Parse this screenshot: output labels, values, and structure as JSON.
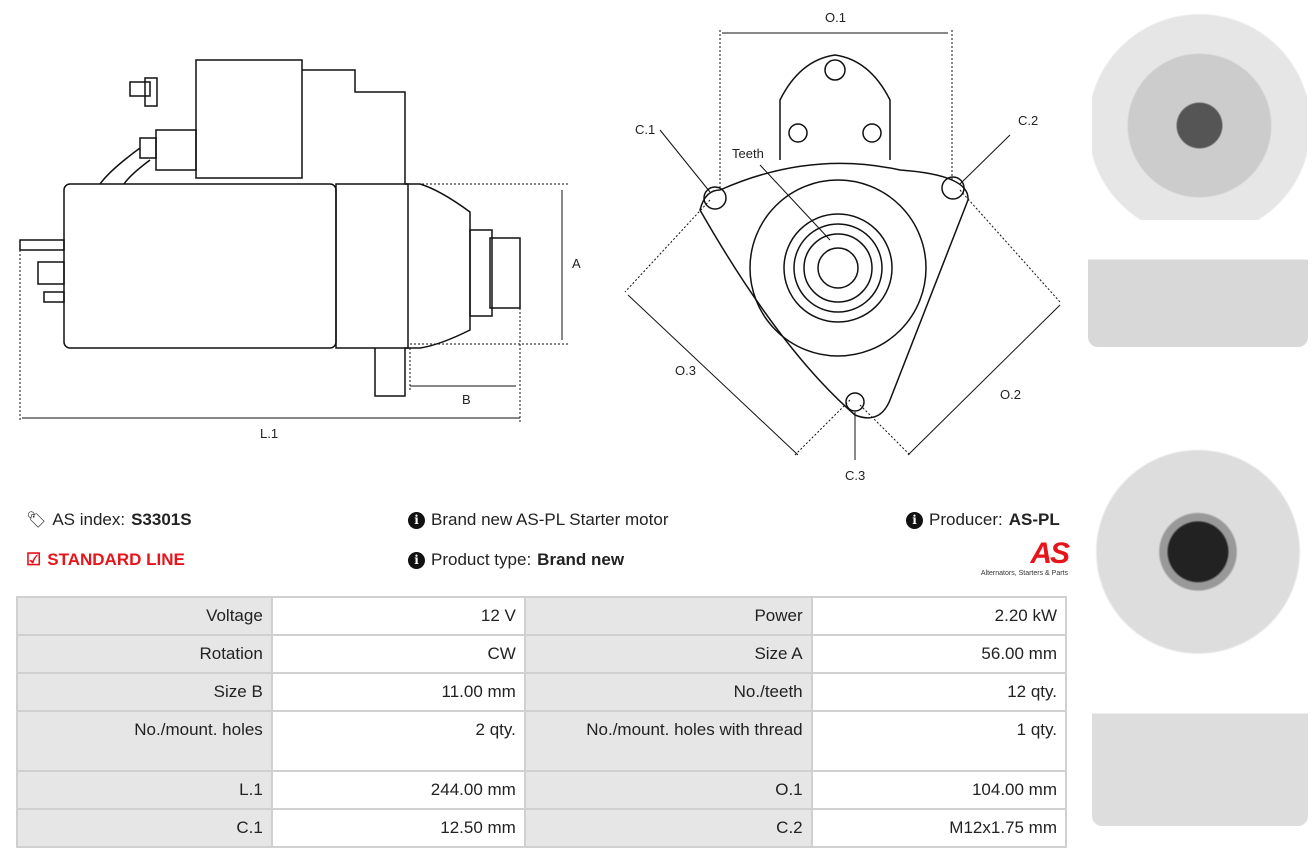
{
  "drawing": {
    "side_labels": {
      "a": "A",
      "b": "B",
      "l1": "L.1"
    },
    "front_labels": {
      "o1": "O.1",
      "o2": "O.2",
      "o3": "O.3",
      "c1": "C.1",
      "c2": "C.2",
      "c3": "C.3",
      "teeth": "Teeth"
    }
  },
  "info": {
    "as_index_label": "AS index:",
    "as_index_value": "S3301S",
    "line": "STANDARD LINE",
    "description": "Brand new AS-PL Starter motor",
    "product_type_label": "Product type:",
    "product_type_value": "Brand new",
    "producer_label": "Producer:",
    "producer_value": "AS-PL",
    "logo_text": "AS",
    "logo_tagline": "Alternators, Starters & Parts",
    "brand_color": "#e8141b"
  },
  "specs": [
    [
      "Voltage",
      "12 V",
      "Power",
      "2.20 kW"
    ],
    [
      "Rotation",
      "CW",
      "Size A",
      "56.00 mm"
    ],
    [
      "Size B",
      "11.00 mm",
      "No./teeth",
      "12 qty."
    ],
    [
      "No./mount. holes",
      "2 qty.",
      "No./mount. holes with thread",
      "1 qty."
    ],
    [
      "L.1",
      "244.00 mm",
      "O.1",
      "104.00 mm"
    ],
    [
      "C.1",
      "12.50 mm",
      "C.2",
      "M12x1.75 mm"
    ]
  ]
}
